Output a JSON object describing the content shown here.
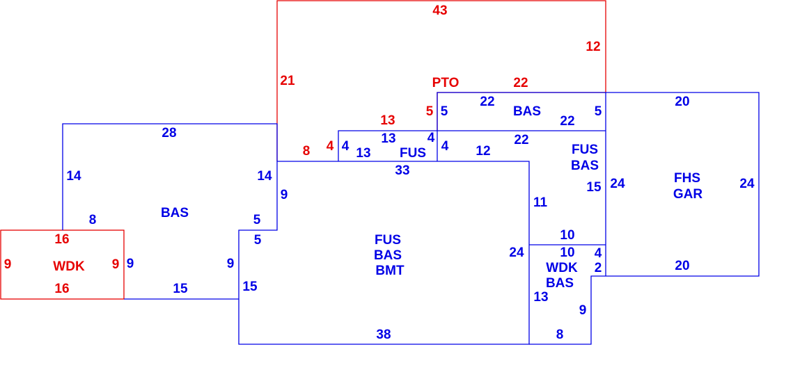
{
  "colors": {
    "main": "#0000e6",
    "exterior": "#e60000"
  },
  "areas": {
    "pto": {
      "code": "PTO",
      "dims": [
        "43",
        "12",
        "21",
        "22",
        "5",
        "13",
        "4",
        "8"
      ]
    },
    "bas_left": {
      "code": "BAS",
      "dims": [
        "28",
        "14",
        "14",
        "8",
        "5",
        "9",
        "15"
      ]
    },
    "wdk_left": {
      "code": "WDK",
      "dims": [
        "16",
        "9",
        "9",
        "16"
      ]
    },
    "fus_bas_bmt": {
      "codes": [
        "FUS",
        "BAS",
        "BMT"
      ],
      "dims": [
        "33",
        "9",
        "5",
        "15",
        "38",
        "24",
        "12"
      ]
    },
    "fus_small": {
      "code": "FUS",
      "dims": [
        "4",
        "13",
        "13",
        "4",
        "4"
      ]
    },
    "bas_upper": {
      "code": "BAS",
      "dims": [
        "5",
        "22",
        "22",
        "5"
      ]
    },
    "fus_bas_right": {
      "codes": [
        "FUS",
        "BAS"
      ],
      "dims": [
        "22",
        "11",
        "15",
        "10"
      ]
    },
    "wdk_bas": {
      "codes": [
        "WDK",
        "BAS"
      ],
      "dims": [
        "10",
        "4",
        "2",
        "13",
        "9",
        "8"
      ]
    },
    "fhs_gar": {
      "codes": [
        "FHS",
        "GAR"
      ],
      "dims": [
        "20",
        "24",
        "24",
        "20"
      ]
    }
  }
}
